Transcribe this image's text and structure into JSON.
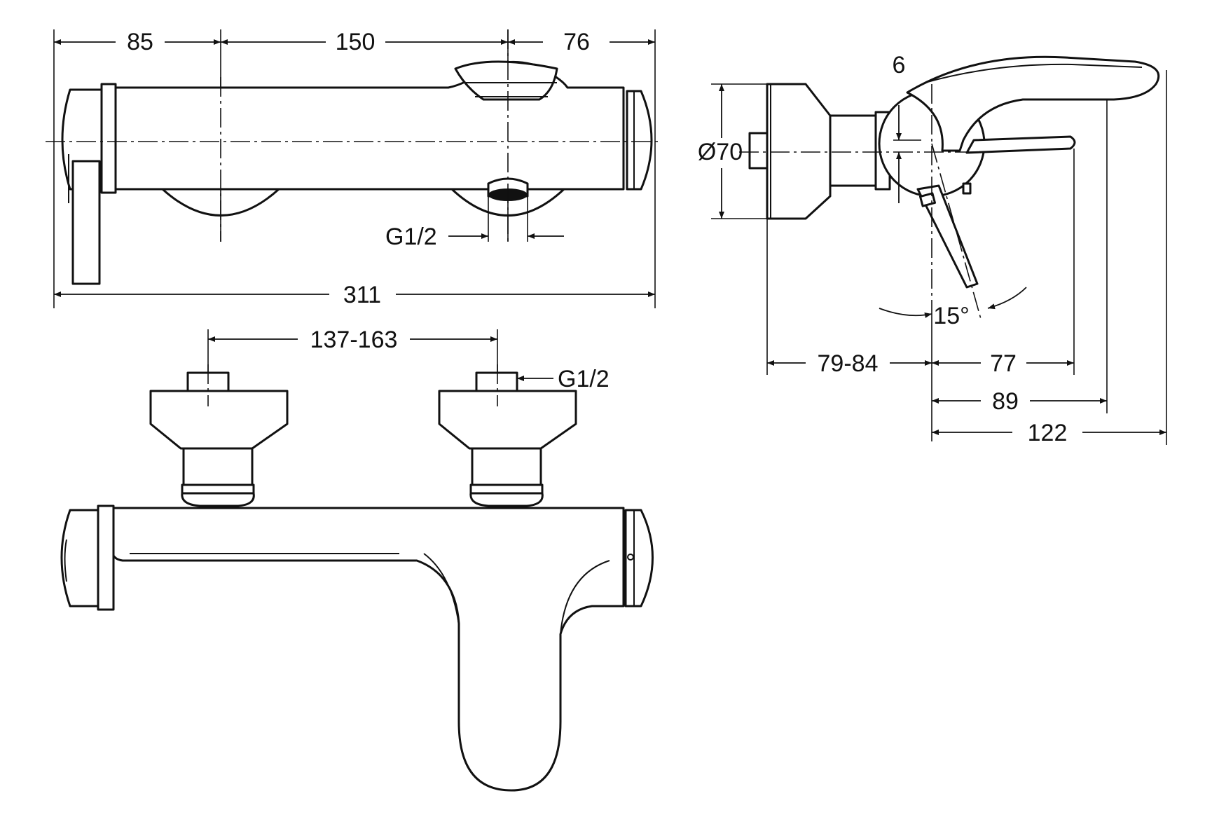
{
  "dimensions": {
    "front_top": {
      "d85": "85",
      "d150": "150",
      "d76": "76",
      "d311": "311",
      "outlet_thread": "G1/2"
    },
    "top_view": {
      "connection_spacing": "137-163",
      "inlet_thread": "G1/2"
    },
    "side_view": {
      "diameter": "Ø70",
      "offset": "6",
      "angle": "15°",
      "wall_depth": "79-84",
      "d77": "77",
      "d89": "89",
      "d122": "122"
    }
  }
}
